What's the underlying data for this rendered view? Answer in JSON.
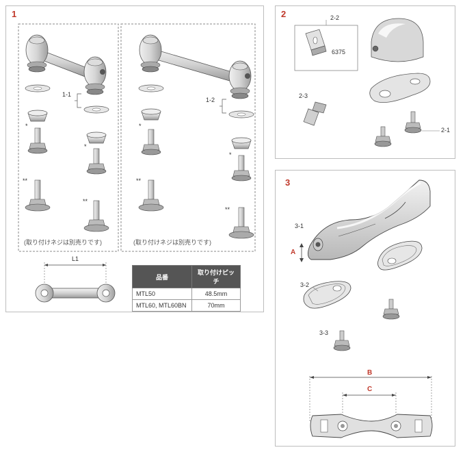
{
  "panel1": {
    "number": "1",
    "labels": {
      "part_1_1": "1-1",
      "part_1_2": "1-2",
      "star": "*",
      "double_star": "**",
      "dim_L1": "L1"
    },
    "note": "(取り付けネジは別売りです)",
    "table": {
      "headers": [
        "品番",
        "取り付けピッチ"
      ],
      "rows": [
        {
          "model": "MTL50",
          "pitch": "48.5mm"
        },
        {
          "model": "MTL60, MTL60BN",
          "pitch": "70mm"
        }
      ]
    }
  },
  "panel2": {
    "number": "2",
    "labels": {
      "part_2_1": "2-1",
      "part_2_2": "2-2",
      "part_2_3": "2-3",
      "code": "6375"
    }
  },
  "panel3": {
    "number": "3",
    "labels": {
      "part_3_1": "3-1",
      "part_3_2": "3-2",
      "part_3_3": "3-3",
      "dim_A": "A",
      "dim_B": "B",
      "dim_C": "C"
    }
  }
}
